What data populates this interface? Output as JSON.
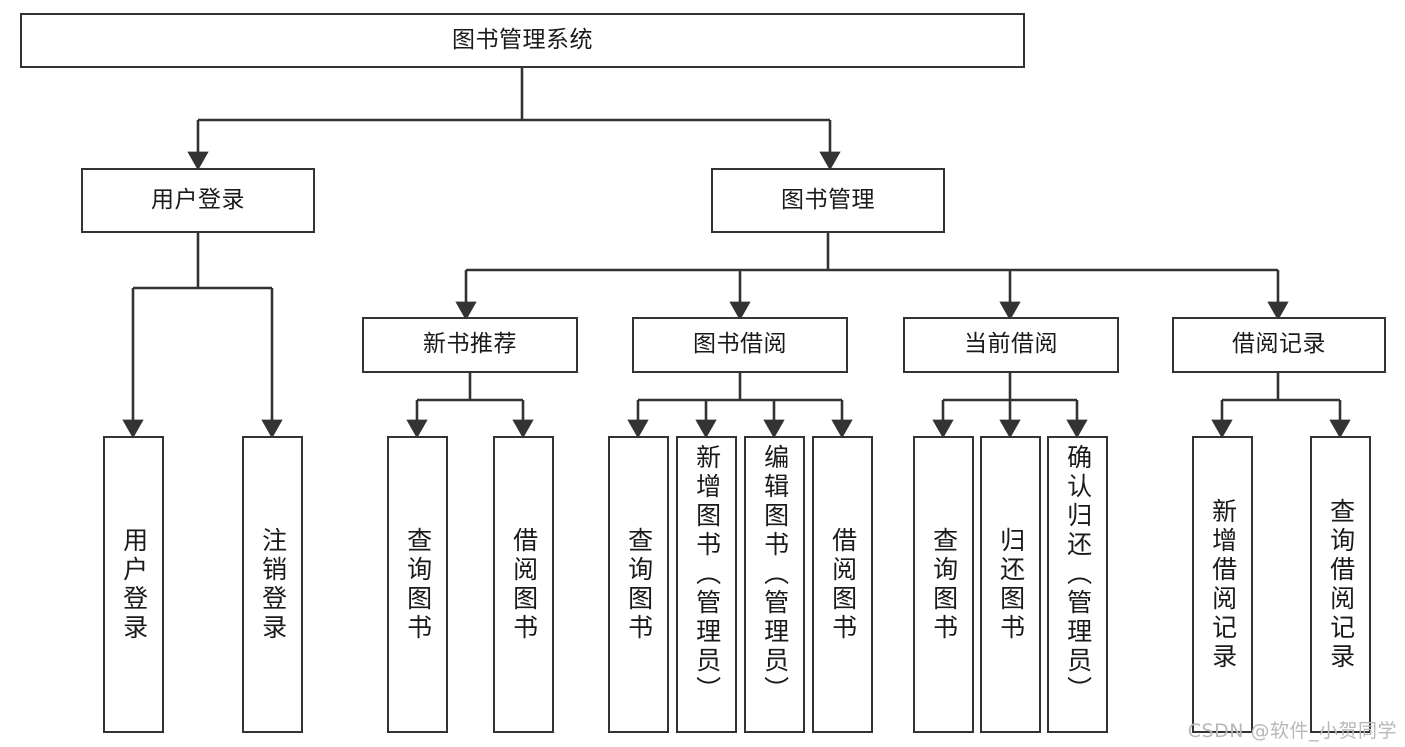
{
  "diagram": {
    "type": "tree",
    "title": "图书管理系统",
    "colors": {
      "node_border": "#333333",
      "node_fill": "#ffffff",
      "edge": "#333333",
      "text": "#1a1a1a",
      "watermark": "#b8b8b8"
    },
    "root": {
      "id": "root",
      "label": "图书管理系统"
    },
    "level2": [
      {
        "id": "user-login",
        "label": "用户登录"
      },
      {
        "id": "book-manage",
        "label": "图书管理"
      }
    ],
    "level3": [
      {
        "id": "new-book-rec",
        "label": "新书推荐",
        "parent": "book-manage"
      },
      {
        "id": "book-borrow",
        "label": "图书借阅",
        "parent": "book-manage"
      },
      {
        "id": "current-borrow",
        "label": "当前借阅",
        "parent": "book-manage"
      },
      {
        "id": "borrow-record",
        "label": "借阅记录",
        "parent": "book-manage"
      }
    ],
    "leaves": [
      {
        "id": "leaf-user-login",
        "label": "用户登录",
        "parent": "user-login"
      },
      {
        "id": "leaf-logout",
        "label": "注销登录",
        "parent": "user-login"
      },
      {
        "id": "leaf-query-book-1",
        "label": "查询图书",
        "parent": "new-book-rec"
      },
      {
        "id": "leaf-borrow-book-1",
        "label": "借阅图书",
        "parent": "new-book-rec"
      },
      {
        "id": "leaf-query-book-2",
        "label": "查询图书",
        "parent": "book-borrow"
      },
      {
        "id": "leaf-add-book",
        "label": "新增图书（管理员）",
        "parent": "book-borrow"
      },
      {
        "id": "leaf-edit-book",
        "label": "编辑图书（管理员）",
        "parent": "book-borrow"
      },
      {
        "id": "leaf-borrow-book-2",
        "label": "借阅图书",
        "parent": "book-borrow"
      },
      {
        "id": "leaf-query-book-3",
        "label": "查询图书",
        "parent": "current-borrow"
      },
      {
        "id": "leaf-return-book",
        "label": "归还图书",
        "parent": "current-borrow"
      },
      {
        "id": "leaf-confirm-return",
        "label": "确认归还（管理员）",
        "parent": "current-borrow"
      },
      {
        "id": "leaf-add-record",
        "label": "新增借阅记录",
        "parent": "borrow-record"
      },
      {
        "id": "leaf-query-record",
        "label": "查询借阅记录",
        "parent": "borrow-record"
      }
    ],
    "watermark": "CSDN @软件_小贺同学"
  }
}
